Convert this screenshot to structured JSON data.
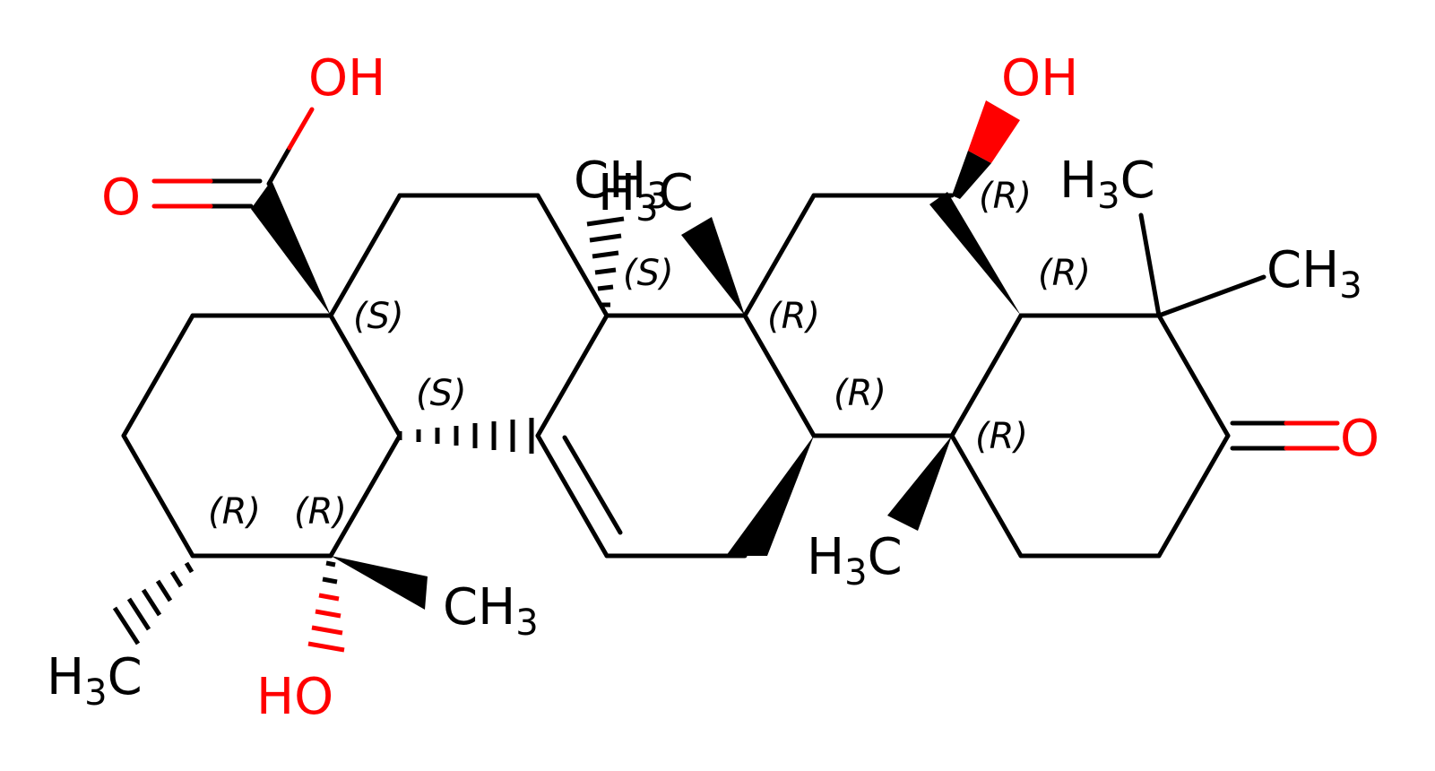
{
  "diagram": {
    "colors": {
      "carbon": "#000000",
      "oxygen": "#ff0000",
      "background": "#ffffff"
    },
    "atom_labels": {
      "acid_oh": "OH",
      "acid_o": "O",
      "top_oh": "OH",
      "ketone_o": "O",
      "ho_bottom": "HO",
      "ch3_top_left": "CH",
      "h3c_top_left": "H",
      "h3c_top_left_c": "C",
      "h3c_top_right": "H",
      "h3c_top_right_c": "C",
      "ch3_right": "CH",
      "ch3_bottom_mid": "CH",
      "h3c_bottom_mid": "H",
      "h3c_bottom_mid_c": "C",
      "h3c_bottom_left": "H",
      "h3c_bottom_left_c": "C",
      "sub3": "3"
    },
    "stereo_labels": {
      "s1": "(S)",
      "s2": "(S)",
      "s3": "(S)",
      "r1": "(R)",
      "r2": "(R)",
      "r3": "(R)",
      "r4": "(R)",
      "r5": "(R)",
      "r6": "(R)",
      "r7": "(R)"
    }
  }
}
